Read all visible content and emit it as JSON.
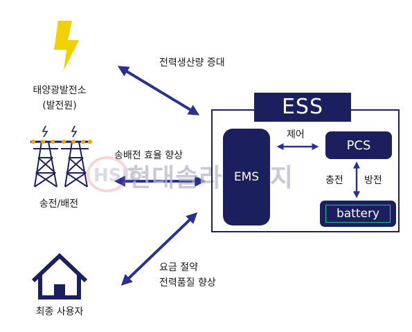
{
  "colors": {
    "navy": "#1b1f5e",
    "arrow": "#2b3090",
    "bolt": "#f2d100",
    "battery_outline": "#27c49a"
  },
  "left_column": {
    "solar": {
      "icon": "lightning-bolt-icon",
      "line1": "태양광발전소",
      "line2": "(발전원)"
    },
    "grid": {
      "icon": "power-tower-icon",
      "label": "송전/배전"
    },
    "consumer": {
      "icon": "house-icon",
      "label": "최종 사용자"
    }
  },
  "arrows": {
    "top_label": "전력생산량 증대",
    "middle_label": "송배전 효율 향상",
    "bottom_label_line1": "요금 절약",
    "bottom_label_line2": "전력품질 향상"
  },
  "ess": {
    "title": "ESS",
    "ems": "EMS",
    "pcs": "PCS",
    "battery": "battery",
    "control_label": "제어",
    "charge_label": "충전",
    "discharge_label": "방전"
  },
  "watermark": {
    "logo_letters": "HSD",
    "text": "현대솔라에너지"
  }
}
